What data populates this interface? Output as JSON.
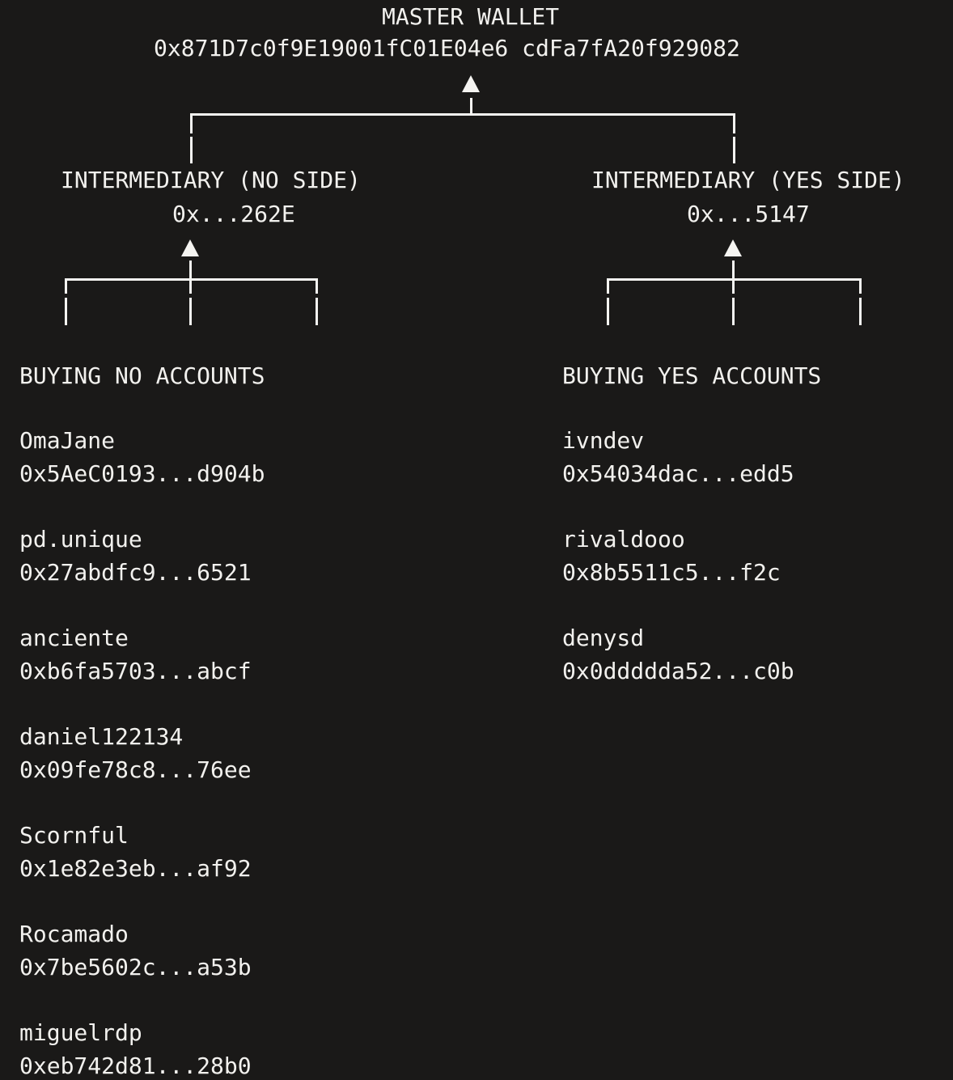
{
  "master": {
    "label": "MASTER WALLET",
    "address": "0x871D7c0f9E19001fC01E04e6 cdFa7fA20f929082"
  },
  "intermediaries": {
    "no": {
      "label": "INTERMEDIARY (NO SIDE)",
      "address": "0x...262E"
    },
    "yes": {
      "label": "INTERMEDIARY (YES SIDE)",
      "address": "0x...5147"
    }
  },
  "no_accounts": {
    "header": "BUYING NO ACCOUNTS",
    "items": [
      {
        "name": "OmaJane",
        "address": "0x5AeC0193...d904b"
      },
      {
        "name": "pd.unique",
        "address": "0x27abdfc9...6521"
      },
      {
        "name": "anciente",
        "address": "0xb6fa5703...abcf"
      },
      {
        "name": "daniel122134",
        "address": "0x09fe78c8...76ee"
      },
      {
        "name": "Scornful",
        "address": "0x1e82e3eb...af92"
      },
      {
        "name": "Rocamado",
        "address": "0x7be5602c...a53b"
      },
      {
        "name": "miguelrdp",
        "address": "0xeb742d81...28b0"
      }
    ]
  },
  "yes_accounts": {
    "header": "BUYING YES ACCOUNTS",
    "items": [
      {
        "name": "ivndev",
        "address": "0x54034dac...edd5"
      },
      {
        "name": "rivaldooo",
        "address": "0x8b5511c5...f2c"
      },
      {
        "name": "denysd",
        "address": "0x0ddddda52...c0b"
      }
    ]
  },
  "colors": {
    "background": "#1a1918",
    "text": "#f2f1ee",
    "line": "#f5f4f1"
  }
}
